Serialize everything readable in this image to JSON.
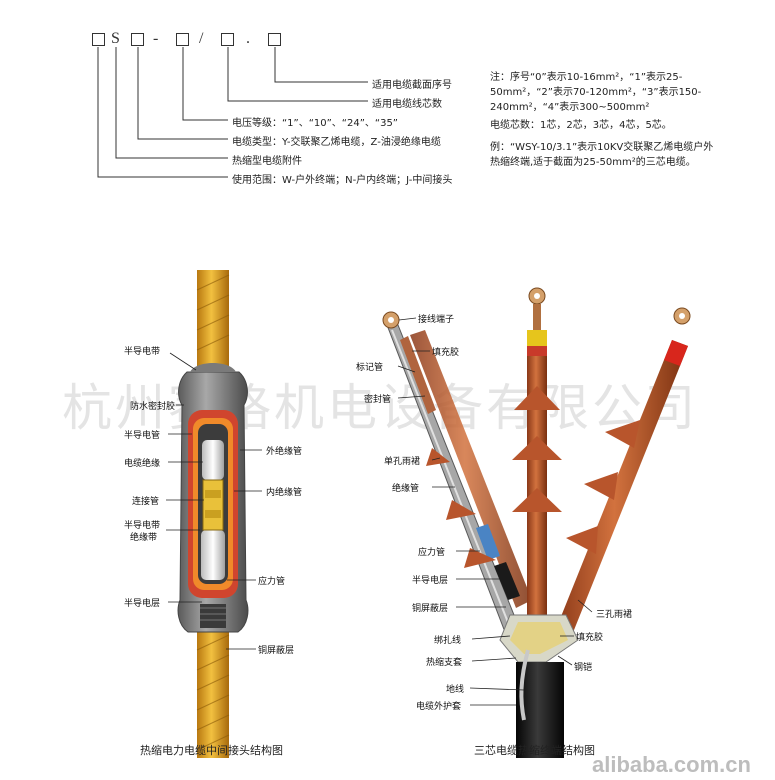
{
  "code": {
    "chars": [
      "S",
      "-",
      "/",
      "."
    ]
  },
  "code_descriptions": [
    "适用电缆截面序号",
    "适用电缆线芯数",
    "电压等级：“1”、“10”、“24”、“35”",
    "电缆类型：Y-交联聚乙烯电缆，Z-油浸绝缘电缆",
    "热缩型电缆附件",
    "使用范围：W-户外终端；N-户内终端；J-中间接头"
  ],
  "notes": {
    "note1": "注：序号“0”表示10-16mm²，“1”表示25-50mm²，“2”表示70-120mm²，“3”表示150-240mm²，“4”表示300~500mm²",
    "note2": "电缆芯数：1芯，2芯，3芯，4芯，5芯。",
    "note3": "例：“WSY-10/3.1”表示10KV交联聚乙烯电缆户外热缩终端,适于截面为25-50mm²的三芯电缆。"
  },
  "joint_diagram": {
    "caption": "热缩电力电缆中间接头结构图",
    "labels": {
      "semi_tape_top": "半导电带",
      "waterproof": "防水密封胶",
      "semi_tube": "半导电管",
      "cable_insul": "电缆绝缘",
      "connector": "连接管",
      "semi_tape2": "半导电带",
      "insul_tape": "绝缘带",
      "semi_layer": "半导电层",
      "outer_tube": "外绝缘管",
      "inner_tube": "内绝缘管",
      "stress_tube": "应力管",
      "copper_shield": "铜屏蔽层"
    }
  },
  "termination_diagram": {
    "caption": "三芯电缆热缩终端结构图",
    "labels": {
      "lug": "接线端子",
      "filler_top": "填充胶",
      "marker": "标记管",
      "seal": "密封管",
      "single_skirt": "单孔雨裙",
      "insul_tube": "绝缘管",
      "stress_tube": "应力管",
      "semi_layer": "半导电层",
      "copper_shield": "铜屏蔽层",
      "binding": "绑扎线",
      "heat_sleeve": "热缩支套",
      "ground": "地线",
      "outer_sheath": "电缆外护套",
      "triple_skirt": "三孔雨裙",
      "filler_bottom": "填充胶",
      "armor": "钢铠"
    }
  },
  "watermark": "杭州赛格机电设备有限公司",
  "footer": "alibaba.com.cn",
  "colors": {
    "cable_yellow": "#e8a41c",
    "copper": "#c0552a",
    "jacket_gray": "#8c8c8c",
    "inner_red": "#d0452e",
    "marker_yellow": "#e6c51c",
    "marker_red": "#d8261c"
  }
}
